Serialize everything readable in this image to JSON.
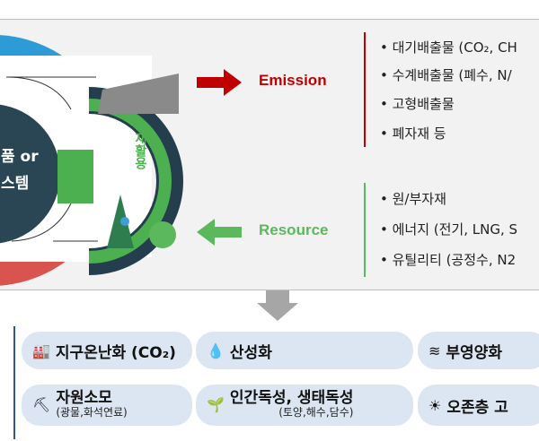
{
  "center_text": {
    "line1": "품 or",
    "line2": "스템"
  },
  "recycle_label": "재활용",
  "emission": {
    "label": "Emission",
    "color": "#c00000",
    "items": [
      "• 대기배출물 (CO₂, CH",
      "• 수계배출물 (폐수, N/",
      "• 고형배출물",
      "• 폐자재 등"
    ]
  },
  "resource": {
    "label": "Resource",
    "color": "#5cb85c",
    "items": [
      "• 원/부자재",
      "• 에너지 (전기, LNG, S",
      "• 유틸리티 (공정수, N2"
    ]
  },
  "impacts": [
    {
      "icon": "factory-icon",
      "label": "지구온난화 (CO₂)"
    },
    {
      "icon": "ph-drop-icon",
      "label": "산성화"
    },
    {
      "icon": "fish-icon",
      "label": "부영양화"
    },
    {
      "icon": "mining-icon",
      "label": "자원소모",
      "sub": "(광물,화석연료)"
    },
    {
      "icon": "plant-icon",
      "label": "인간독성, 생태독성",
      "sub": "(토양,해수,담수)"
    },
    {
      "icon": "ozone-icon",
      "label": "오존층 고"
    }
  ]
}
